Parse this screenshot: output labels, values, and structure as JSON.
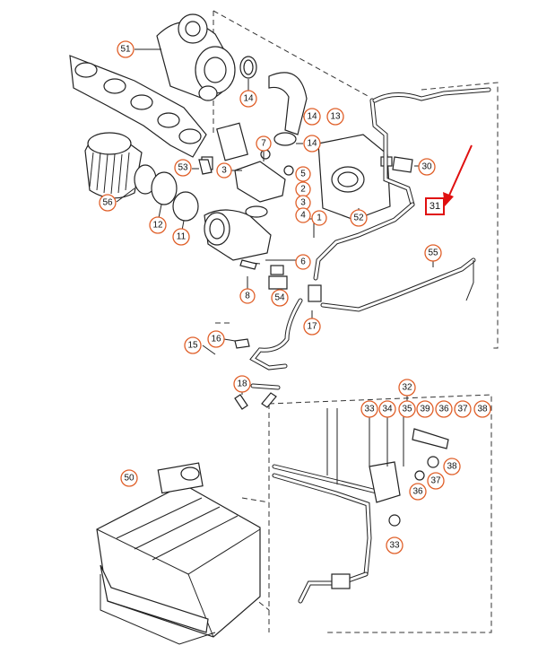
{
  "diagram": {
    "callout_color": "#e0602a",
    "highlight_color": "#e01010",
    "callouts": [
      {
        "label": "51"
      },
      {
        "label": "14"
      },
      {
        "label": "14"
      },
      {
        "label": "13"
      },
      {
        "label": "14"
      },
      {
        "label": "7"
      },
      {
        "label": "3"
      },
      {
        "label": "53"
      },
      {
        "label": "5"
      },
      {
        "label": "2"
      },
      {
        "label": "3"
      },
      {
        "label": "4"
      },
      {
        "label": "1"
      },
      {
        "label": "30"
      },
      {
        "label": "56"
      },
      {
        "label": "12"
      },
      {
        "label": "11"
      },
      {
        "label": "52"
      },
      {
        "label": "6"
      },
      {
        "label": "55"
      },
      {
        "label": "8"
      },
      {
        "label": "54"
      },
      {
        "label": "17"
      },
      {
        "label": "16"
      },
      {
        "label": "15"
      },
      {
        "label": "18"
      },
      {
        "label": "32"
      },
      {
        "label": "33"
      },
      {
        "label": "34"
      },
      {
        "label": "35"
      },
      {
        "label": "39"
      },
      {
        "label": "36"
      },
      {
        "label": "37"
      },
      {
        "label": "38"
      },
      {
        "label": "38"
      },
      {
        "label": "37"
      },
      {
        "label": "36"
      },
      {
        "label": "33"
      },
      {
        "label": "50"
      }
    ],
    "highlighted": {
      "label": "31"
    }
  }
}
